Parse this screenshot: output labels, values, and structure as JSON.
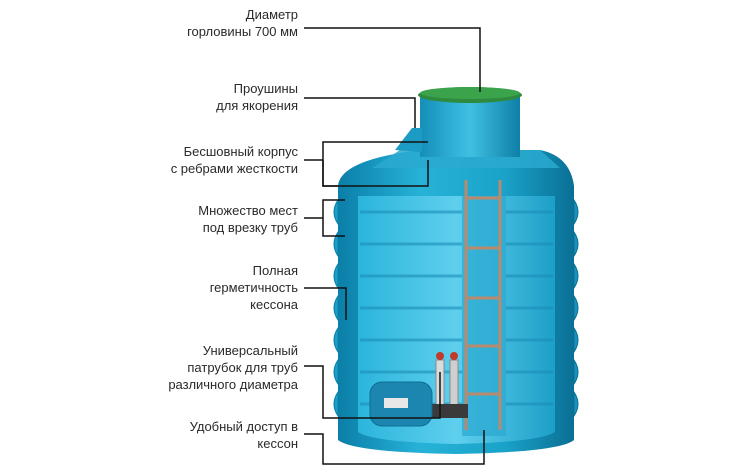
{
  "callouts": [
    {
      "id": "neck",
      "lines": [
        "Диаметр",
        "горловины 700 мм"
      ]
    },
    {
      "id": "lugs",
      "lines": [
        "Проушины",
        "для якорения"
      ]
    },
    {
      "id": "seamless",
      "lines": [
        "Бесшовный корпус",
        "с ребрами жесткости"
      ]
    },
    {
      "id": "pipes",
      "lines": [
        "Множество мест",
        "под врезку труб"
      ]
    },
    {
      "id": "sealed",
      "lines": [
        "Полная",
        "герметичность",
        "кессона"
      ]
    },
    {
      "id": "nozzle",
      "lines": [
        "Универсальный",
        "патрубок для труб",
        "различного диаметра"
      ]
    },
    {
      "id": "access",
      "lines": [
        "Удобный доступ в",
        "кессон"
      ]
    }
  ],
  "colors": {
    "body": "#1aa3c9",
    "body_dark": "#0b7fa8",
    "body_light": "#4ec6e6",
    "lid": "#2e8b3e",
    "ladder": "#b98a6e",
    "leader": "#111111",
    "text": "#2a2a2a"
  }
}
